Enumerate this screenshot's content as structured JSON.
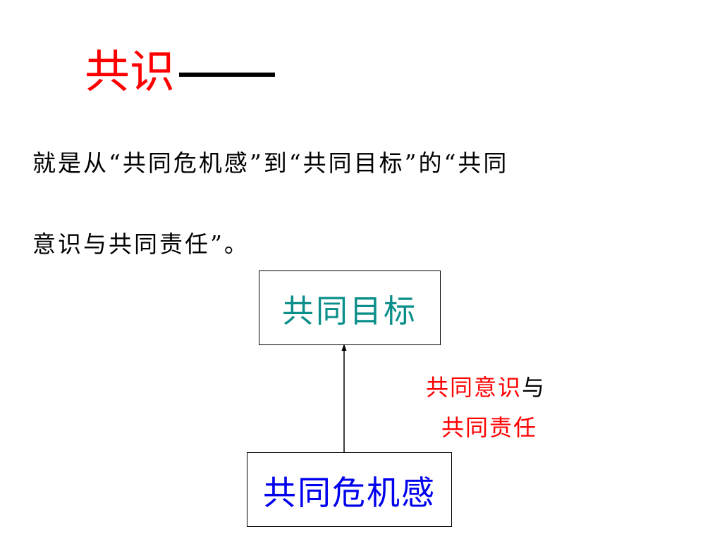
{
  "title": {
    "text": "共识",
    "dash": "——",
    "color": "#ff0000"
  },
  "body": {
    "line1": "就是从“共同危机感”到“共同目标”的“共同",
    "line2": "意识与共同责任”。"
  },
  "diagram": {
    "top_box": {
      "text": "共同目标",
      "color": "#0a8f8a"
    },
    "bottom_box": {
      "text": "共同危机感",
      "color": "#0000ee"
    },
    "label": {
      "line1_red": "共同意识",
      "line1_black": "与",
      "line2_red": "共同责任"
    }
  }
}
